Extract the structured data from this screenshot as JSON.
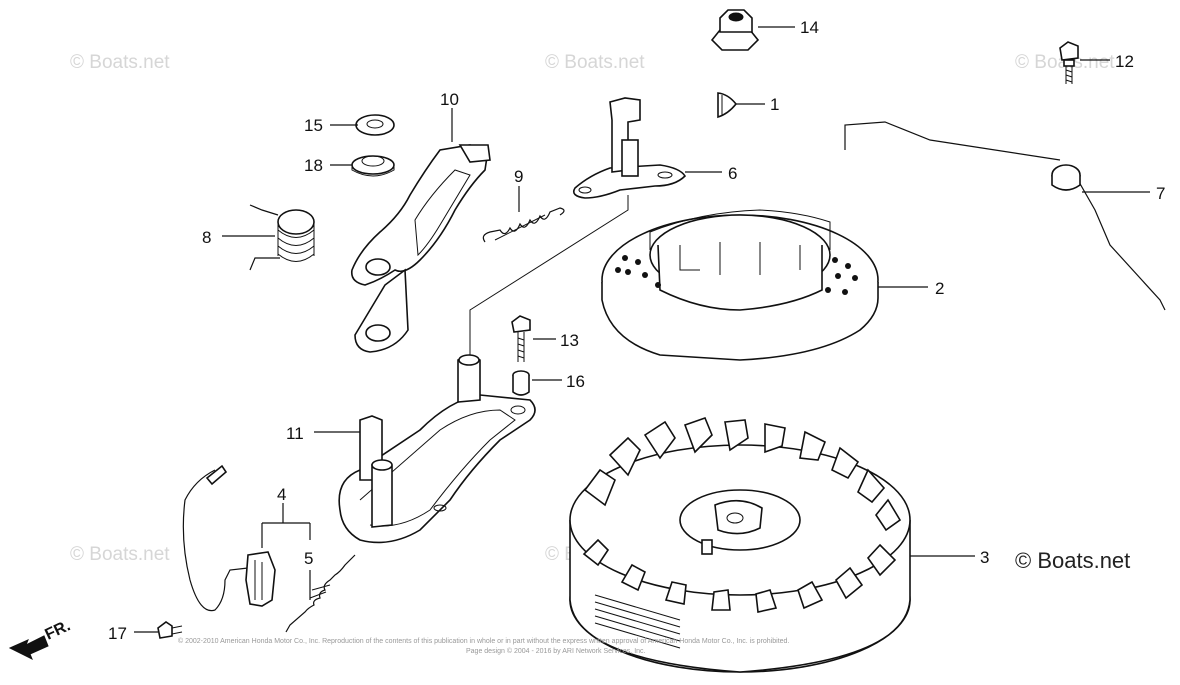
{
  "watermark": "© Boats.net",
  "watermark_main": "© Boats.net",
  "copyright_line1": "© 2002-2010 American Honda Motor Co., Inc. Reproduction of the contents of this publication in whole or in part without the express written approval of American Honda Motor Co., Inc. is prohibited.",
  "copyright_line2": "Page design © 2004 - 2016 by ARI Network Services, Inc.",
  "front_indicator": "FR.",
  "callouts": {
    "p1": "1",
    "p2": "2",
    "p3": "3",
    "p4": "4",
    "p5": "5",
    "p6": "6",
    "p7": "7",
    "p8": "8",
    "p9": "9",
    "p10": "10",
    "p11": "11",
    "p12": "12",
    "p13": "13",
    "p14": "14",
    "p15": "15",
    "p16": "16",
    "p17": "17",
    "p18": "18"
  }
}
